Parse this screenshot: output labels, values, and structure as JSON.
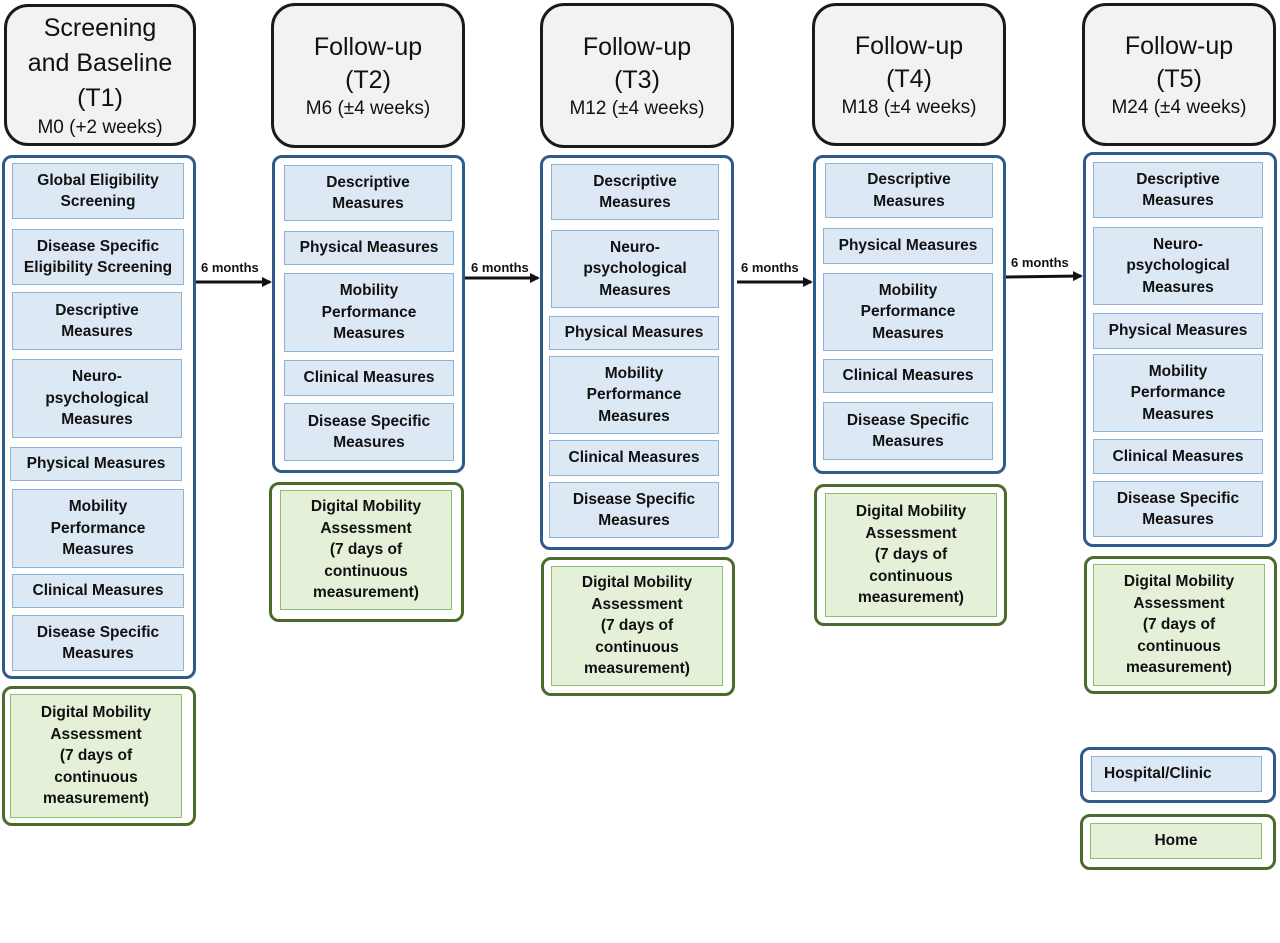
{
  "timepoints": [
    {
      "title": "Screening\nand Baseline\n(T1)",
      "subtitle": "M0 (+2 weeks)",
      "items": [
        "Global Eligibility\nScreening",
        "Disease Specific\nEligibility Screening",
        "Descriptive\nMeasures",
        "Neuro-\npsychological\nMeasures",
        "Physical  Measures",
        "Mobility\nPerformance\nMeasures",
        "Clinical Measures",
        "Disease Specific\nMeasures"
      ],
      "home": "Digital Mobility\nAssessment\n(7 days of\ncontinuous\nmeasurement)"
    },
    {
      "title": "Follow-up\n(T2)",
      "subtitle": "M6 (±4 weeks)",
      "items": [
        "Descriptive\nMeasures",
        "Physical  Measures",
        "Mobility\nPerformance\nMeasures",
        "Clinical Measures",
        "Disease Specific\nMeasures"
      ],
      "home": "Digital Mobility\nAssessment\n(7 days of\ncontinuous\nmeasurement)"
    },
    {
      "title": "Follow-up\n(T3)",
      "subtitle": "M12 (±4 weeks)",
      "items": [
        "Descriptive\nMeasures",
        "Neuro-\npsychological\nMeasures",
        "Physical  Measures",
        "Mobility\nPerformance\nMeasures",
        "Clinical Measures",
        "Disease Specific\nMeasures"
      ],
      "home": "Digital Mobility\nAssessment\n(7 days of\ncontinuous\nmeasurement)"
    },
    {
      "title": "Follow-up\n(T4)",
      "subtitle": "M18 (±4 weeks)",
      "items": [
        "Descriptive\nMeasures",
        "Physical  Measures",
        "Mobility\nPerformance\nMeasures",
        "Clinical Measures",
        "Disease Specific\nMeasures"
      ],
      "home": "Digital Mobility\nAssessment\n(7 days of\ncontinuous\nmeasurement)"
    },
    {
      "title": "Follow-up\n(T5)",
      "subtitle": "M24 (±4 weeks)",
      "items": [
        "Descriptive\nMeasures",
        "Neuro-\npsychological\nMeasures",
        "Physical  Measures",
        "Mobility\nPerformance\nMeasures",
        "Clinical Measures",
        "Disease Specific\nMeasures"
      ],
      "home": "Digital Mobility\nAssessment\n(7 days of\ncontinuous\nmeasurement)"
    }
  ],
  "arrows": [
    "6 months",
    "6 months",
    "6 months",
    "6 months"
  ],
  "legend": {
    "hospital": "Hospital/Clinic",
    "home": "Home"
  },
  "colors": {
    "hospital_border": "#2e5c8a",
    "hospital_fill": "#dde8f5",
    "home_border": "#4a6b2c",
    "home_fill": "#e4f1d8"
  }
}
